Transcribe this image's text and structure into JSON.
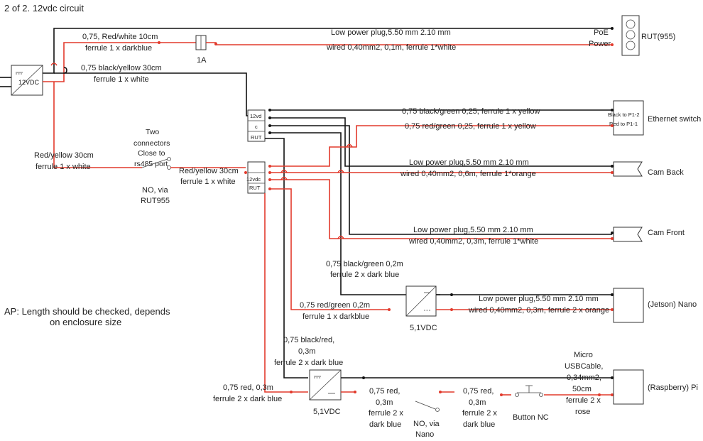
{
  "title": "2 of 2. 12vdc circuit",
  "note": {
    "line1": "AP: Length should be checked, depends",
    "line2": "on enclosure size"
  },
  "psu_12v": {
    "label": "12VDC"
  },
  "fuse": {
    "label": "1A"
  },
  "top_cable": {
    "line1": "0,75, Red/white 10cm",
    "line2": "ferrule 1 x darkblue"
  },
  "poe_cable": {
    "line1": "Low power plug,5.50 mm 2.10 mm",
    "line2": "wired 0,40mm2, 0,1m, ferrule 1*white"
  },
  "black_yellow_cable": {
    "line1": "0,75 black/yellow 30cm",
    "line2": "ferrule 1 x white"
  },
  "rut": {
    "label": "RUT(955)",
    "poe": "PoE",
    "power": "Power"
  },
  "left_cable": {
    "line1": "Red/yellow 30cm",
    "line2": "ferrule 1 x white"
  },
  "connectors_note": {
    "l1": "Two",
    "l2": "connectors",
    "l3": "Close to",
    "l4": "rs485 port"
  },
  "no_via_rut": {
    "l1": "NO, via",
    "l2": "RUT955"
  },
  "mid_cable": {
    "line1": "Red/yellow 30cm",
    "line2": "ferrule 1 x white"
  },
  "terminal_top": {
    "a": "12vd",
    "b": "c",
    "c": "RUT"
  },
  "terminal_bottom": {
    "a": "12vdc",
    "b": "RUT"
  },
  "eth": {
    "label": "Ethernet switch",
    "pin1": "Black to P1-2",
    "pin2": "Red to P1-1",
    "cable_black": "0,75 black/green 0,25, ferrule 1 x yellow",
    "cable_red": "0,75 red/green 0,25, ferrule 1 x yellow"
  },
  "cam_back": {
    "label": "Cam Back",
    "line1": "Low power plug,5.50 mm 2.10 mm",
    "line2": "wired 0,40mm2, 0,6m, ferrule 1*orange"
  },
  "cam_front": {
    "label": "Cam Front",
    "line1": "Low power plug,5.50 mm 2.10 mm",
    "line2": "wired 0,40mm2, 0,3m, ferrule 1*white"
  },
  "nano_black": {
    "l1": "0,75 black/green 0,2m",
    "l2": "ferrule 2 x dark blue"
  },
  "nano_red": {
    "l1": "0,75 red/green 0,2m",
    "l2": "ferrule 1 x darkblue"
  },
  "psu_nano": {
    "label": "5,1VDC"
  },
  "nano": {
    "label": "(Jetson) Nano",
    "line1": "Low power plug,5.50 mm 2.10 mm",
    "line2": "wired 0,40mm2, 0,3m, ferrule 2 x orange"
  },
  "pi_black": {
    "l1": "0,75 black/red,",
    "l2": "0,3m",
    "l3": "ferrule 2 x dark blue"
  },
  "pi_red_in": {
    "l1": "0,75 red, 0,3m",
    "l2": "ferrule 2 x dark blue"
  },
  "psu_pi": {
    "label": "5,1VDC"
  },
  "pi_red_a": {
    "l1": "0,75 red,",
    "l2": "0,3m",
    "l3": "ferrule 2 x",
    "l4": "dark blue"
  },
  "no_via_nano": {
    "l1": "NO, via",
    "l2": "Nano"
  },
  "pi_red_b": {
    "l1": "0,75 red,",
    "l2": "0,3m",
    "l3": "ferrule 2 x",
    "l4": "dark blue"
  },
  "button": {
    "label": "Button NC"
  },
  "usb": {
    "l1": "Micro",
    "l2": "USBCable,",
    "l3": "0,34mm2,",
    "l4": "50cm",
    "l5": "ferrule 2 x",
    "l6": "rose"
  },
  "pi": {
    "label": "(Raspberry) Pi"
  }
}
